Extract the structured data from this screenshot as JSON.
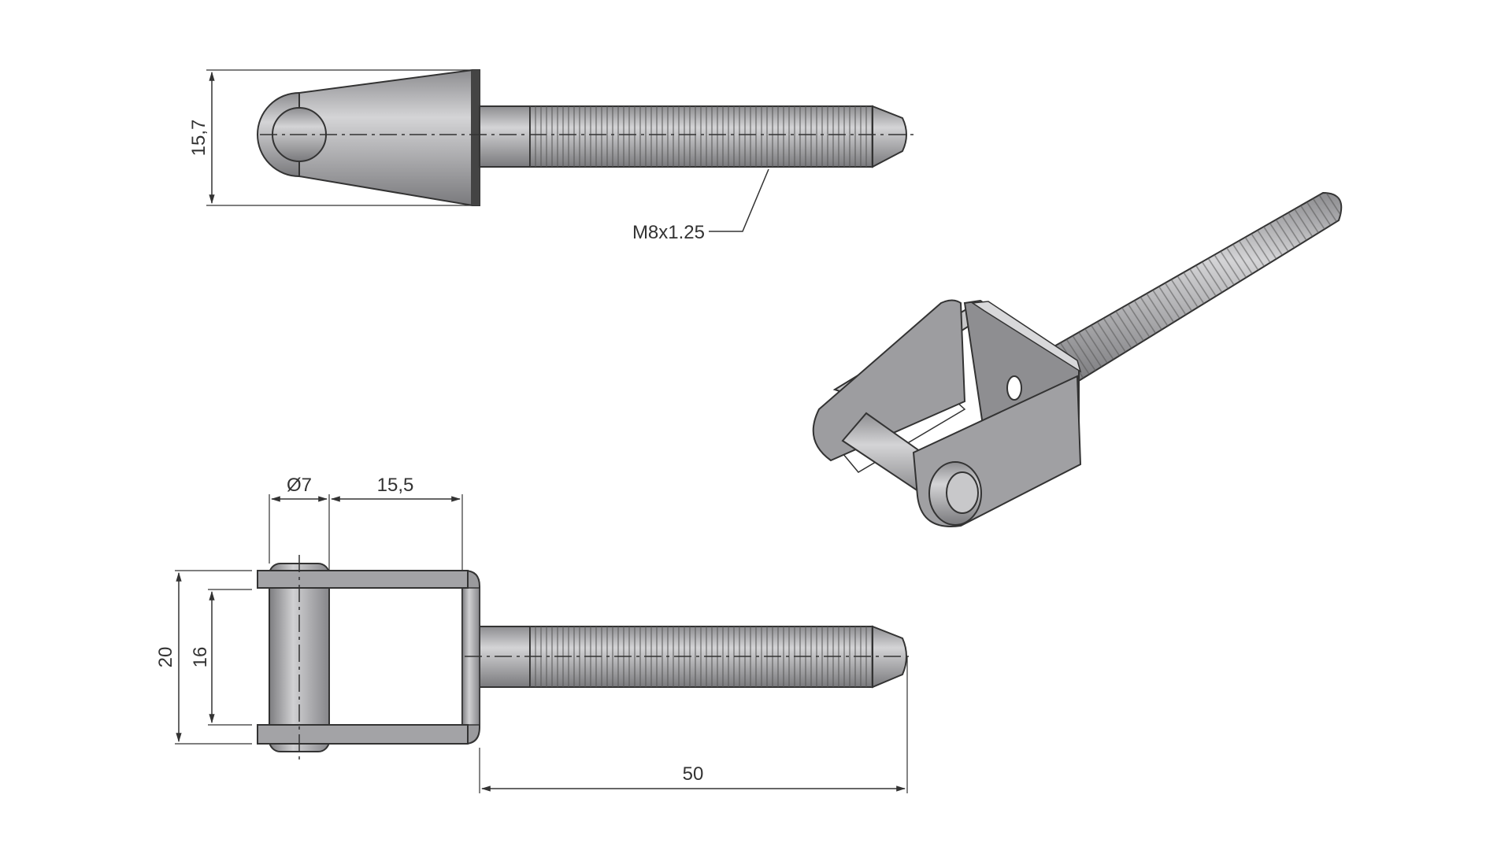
{
  "drawing": {
    "top_view": {
      "height_dim": "15,7",
      "thread_callout": "M8x1.25"
    },
    "side_view": {
      "outer_width_dim": "20",
      "inner_width_dim": "16",
      "pin_diameter_dim": "Ø7",
      "pin_to_end_dim": "15,5",
      "shaft_length_dim": "50"
    },
    "colors": {
      "steel": "#a9a9ab",
      "steel_dark": "#6f6f72",
      "outline": "#333333"
    }
  }
}
